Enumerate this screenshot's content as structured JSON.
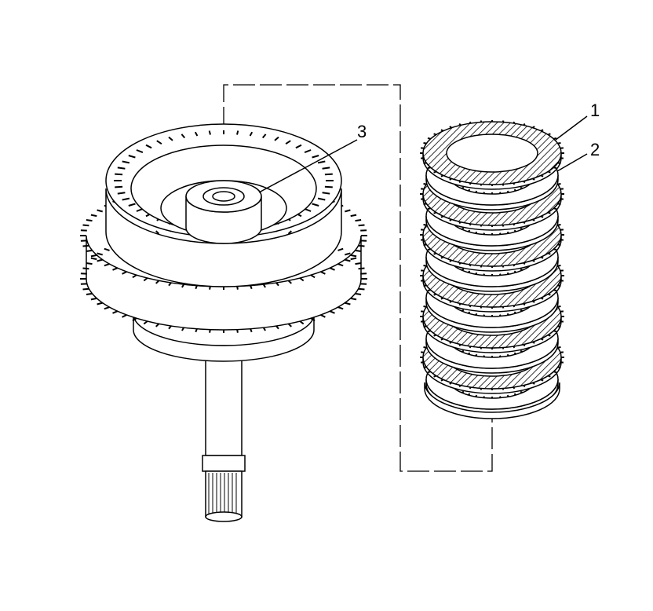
{
  "diagram": {
    "callouts": [
      {
        "id": "1",
        "label": "1"
      },
      {
        "id": "2",
        "label": "2"
      },
      {
        "id": "3",
        "label": "3"
      }
    ],
    "plate_pairs": 6,
    "colors": {
      "line": "#000000",
      "fill": "#ffffff"
    }
  }
}
